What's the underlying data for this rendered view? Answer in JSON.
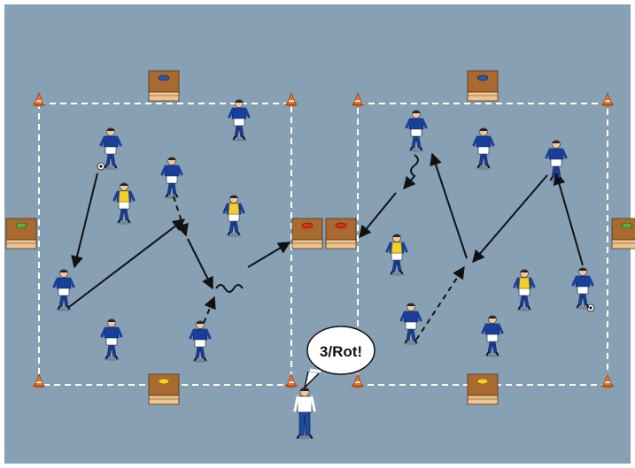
{
  "coach_callout": {
    "text": "3/Rot!"
  },
  "colors": {
    "pitch": "#87a0b4",
    "line": "#ffffff",
    "cone": "#e8742a",
    "box": "#c9894a",
    "box_top": "#a86a31",
    "marker_blue": "#2a5aa0",
    "marker_red": "#d8321e",
    "marker_green": "#58b03a",
    "marker_yellow": "#f2d21e",
    "team_blue": "#1a3f9a",
    "team_yellow": "#f2cf2a",
    "coach_shirt": "#ffffff",
    "coach_pants": "#1f4aa0"
  },
  "fields": [
    {
      "name": "left-field",
      "cone_count": 4
    },
    {
      "name": "right-field",
      "cone_count": 4
    }
  ],
  "goals": [
    {
      "name": "goal-left-top",
      "marker": "blue"
    },
    {
      "name": "goal-left-bottom",
      "marker": "yellow"
    },
    {
      "name": "goal-left-west",
      "marker": "green"
    },
    {
      "name": "goal-left-east",
      "marker": "red"
    },
    {
      "name": "goal-right-top",
      "marker": "blue"
    },
    {
      "name": "goal-right-bottom",
      "marker": "yellow"
    },
    {
      "name": "goal-right-west",
      "marker": "red"
    },
    {
      "name": "goal-right-east",
      "marker": "green"
    }
  ],
  "players": [
    {
      "name": "player-blue",
      "team": "blue"
    },
    {
      "name": "player-yellow",
      "team": "yellow"
    },
    {
      "name": "coach",
      "team": "coach"
    }
  ]
}
